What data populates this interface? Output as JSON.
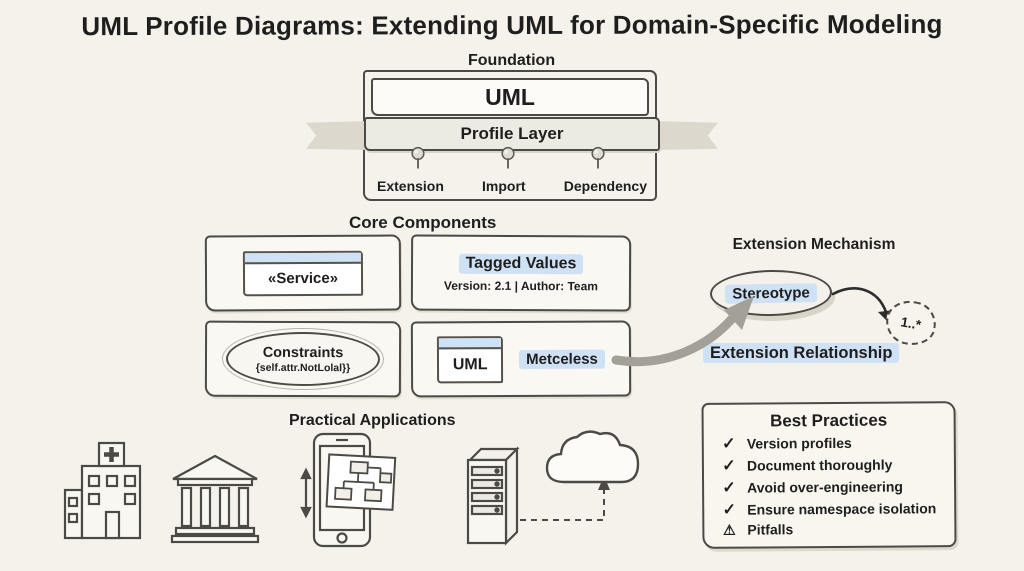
{
  "title": "UML Profile Diagrams: Extending UML for Domain-Specific Modeling",
  "colors": {
    "background": "#f5f2eb",
    "line": "#4c4a45",
    "highlight": "#cfe1f5"
  },
  "icons": {
    "check": "✓",
    "warning": "⚠"
  },
  "foundation": {
    "label": "Foundation",
    "uml_label": "UML",
    "ribbon_label": "Profile Layer",
    "pins": [
      "Extension",
      "Import",
      "Dependency"
    ]
  },
  "core_components": {
    "label": "Core Components",
    "service": {
      "stereotype": "«Service»"
    },
    "tagged_values": {
      "title": "Tagged Values",
      "detail": "Version: 2.1 | Author: Team"
    },
    "constraints": {
      "title": "Constraints",
      "expression": "{self.attr.NotLolal}}"
    },
    "metaclass": {
      "box_label": "UML",
      "label": "Metceless"
    }
  },
  "extension_mechanism": {
    "label": "Extension Mechanism",
    "stereotype_label": "Stereotype",
    "multiplicity": "1..*",
    "relationship_label": "Extension Relationship"
  },
  "practical": {
    "label": "Practical Applications",
    "icons": [
      "hospital",
      "bank",
      "smartphone-flowchart",
      "server",
      "cloud"
    ]
  },
  "best_practices": {
    "title": "Best Practices",
    "items": [
      {
        "icon": "check",
        "glyph": "✓",
        "label": "Version profiles"
      },
      {
        "icon": "check",
        "glyph": "✓",
        "label": "Document thoroughly"
      },
      {
        "icon": "check",
        "glyph": "✓",
        "label": "Avoid over-engineering"
      },
      {
        "icon": "check",
        "glyph": "✓",
        "label": "Ensure namespace isolation"
      },
      {
        "icon": "warning",
        "glyph": "⚠",
        "label": "Pitfalls"
      }
    ]
  }
}
